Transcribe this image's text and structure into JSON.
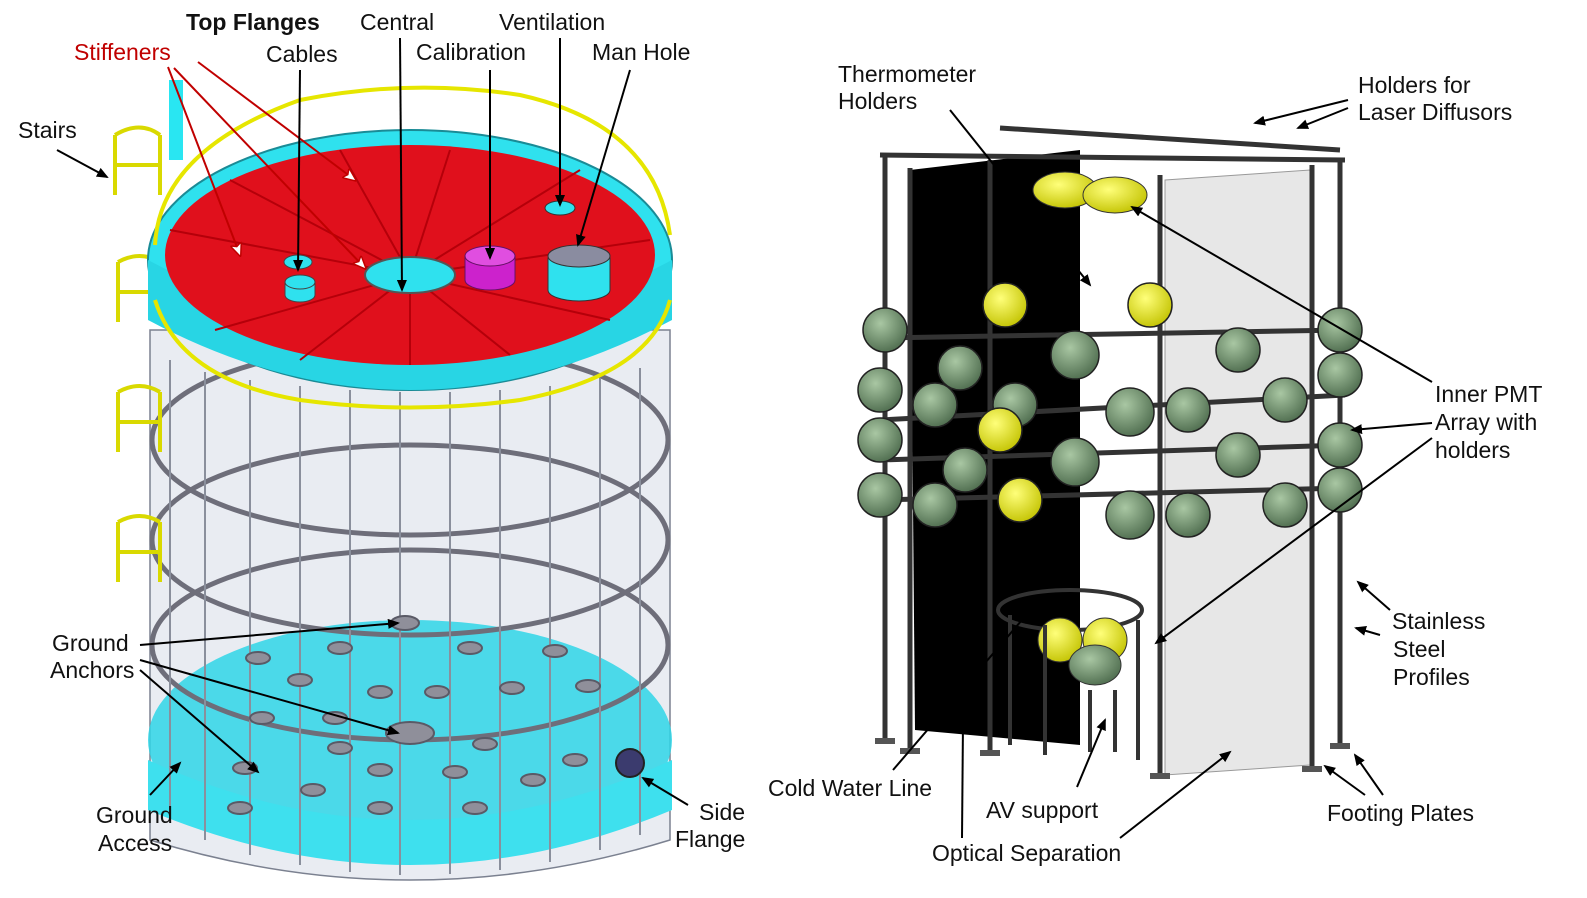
{
  "colors": {
    "cyan": "#29e6f2",
    "red_structure": "#e0101c",
    "railing": "#f0f000",
    "pmt_green": "#6c8f6c",
    "pmt_yellow": "#e8e81a",
    "stiffener_label": "#c00000"
  },
  "left": {
    "labels": {
      "top_flanges": "Top Flanges",
      "central_1": "Central",
      "central_2": "Calibration",
      "ventilation": "Ventilation",
      "man_hole": "Man Hole",
      "stiffeners": "Stiffeners",
      "cables": "Cables",
      "stairs": "Stairs",
      "ground_anchors_1": "Ground",
      "ground_anchors_2": "Anchors",
      "ground_access_1": "Ground",
      "ground_access_2": "Access",
      "side_flange_1": "Side",
      "side_flange_2": "Flange"
    }
  },
  "right": {
    "labels": {
      "thermometer_1": "Thermometer",
      "thermometer_2": "Holders",
      "laser_1": "Holders for",
      "laser_2": "Laser Diffusors",
      "pmt_1": "Inner PMT",
      "pmt_2": "Array with",
      "pmt_3": "holders",
      "steel_1": "Stainless",
      "steel_2": "Steel",
      "steel_3": "Profiles",
      "cold_water": "Cold Water Line",
      "av_support": "AV support",
      "footing": "Footing Plates",
      "optical": "Optical Separation"
    }
  }
}
